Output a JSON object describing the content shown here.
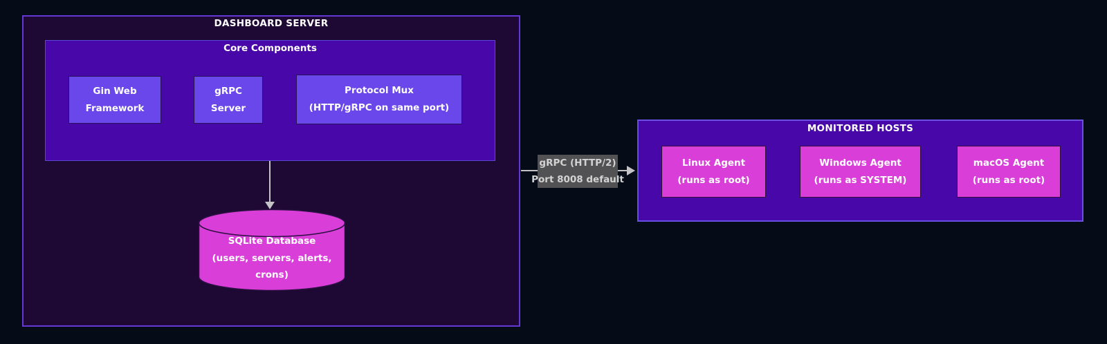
{
  "diagram": {
    "outer": {
      "title": "DASHBOARD SERVER"
    },
    "core": {
      "title": "Core Components",
      "boxes": [
        {
          "lines": [
            "Gin Web",
            "Framework"
          ]
        },
        {
          "lines": [
            "gRPC",
            "Server"
          ]
        },
        {
          "lines": [
            "Protocol Mux",
            "(HTTP/gRPC on same port)"
          ]
        }
      ]
    },
    "db": {
      "lines": [
        "SQLite Database",
        "(users, servers, alerts,",
        "crons)"
      ]
    },
    "edge": {
      "lines": [
        "gRPC (HTTP/2)",
        "Port 8008 default"
      ]
    },
    "hosts": {
      "title": "MONITORED HOSTS",
      "agents": [
        {
          "lines": [
            "Linux Agent",
            "(runs as root)"
          ]
        },
        {
          "lines": [
            "Windows Agent",
            "(runs as SYSTEM)"
          ]
        },
        {
          "lines": [
            "macOS Agent",
            "(runs as root)"
          ]
        }
      ]
    }
  },
  "colors": {
    "background": "#060c17",
    "outer_fill": "#1e0935",
    "outer_border": "#6438d4",
    "panel_fill": "#4807a8",
    "panel_border": "#6a50e0",
    "component_fill": "#6a47eb",
    "magenta_fill": "#d93ed9",
    "edge_gray": "#c3c3c8",
    "edge_label_bg": "#525254",
    "edge_label_text": "#d3d3d3",
    "text": "#ffffff"
  }
}
